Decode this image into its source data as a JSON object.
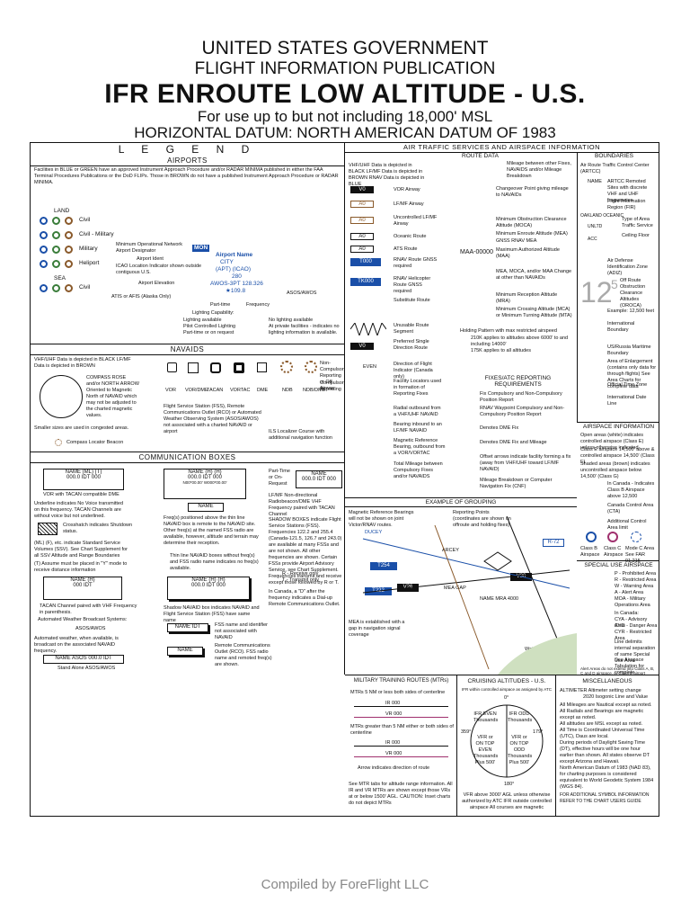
{
  "header": {
    "line1": "UNITED STATES GOVERNMENT",
    "line2": "FLIGHT INFORMATION PUBLICATION",
    "line3": "IFR ENROUTE LOW ALTITUDE - U.S.",
    "line4": "For use up to but not including 18,000' MSL",
    "line5": "HORIZONTAL DATUM: NORTH AMERICAN DATUM OF 1983"
  },
  "legend": {
    "title": "L E G E N D",
    "airports": {
      "title": "AIRPORTS",
      "intro": "Facilities in BLUE or GREEN have an approved Instrument Approach Procedure and/or RADAR MINIMA published in either the FAA Terminal Procedures Publications or the DoD FLIPs. Those in BROWN do not have a published Instrument Approach Procedure or RADAR MINIMA.",
      "land_label": "LAND",
      "sea_label": "SEA",
      "rows": [
        "Civil",
        "Civil - Military",
        "Military",
        "Heliport",
        "Civil"
      ],
      "airport_name": "Airport Name",
      "city": "CITY",
      "ident": "(APT) (ICAO)",
      "elev": "280",
      "awos": "AWOS-3PT 128.326",
      "unicom": "★109.8",
      "min_op_network": "Minimum Operational Network Airport Designator",
      "mon": "MON",
      "labels": {
        "airport_ident": "Airport Ident",
        "icao": "ICAO Location Indicator shown outside contiguous U.S.",
        "elevation": "Airport Elevation",
        "atis": "ATIS or AFIS (Alaska Only)",
        "parttime": "Part-time",
        "frequency": "Frequency",
        "awos_lbl": "ASOS/AWOS",
        "lighting_cap": "Lighting Capability:",
        "lighting": [
          "Lighting available",
          "Pilot Controlled Lighting",
          "Part-time or on request",
          "No lighting available",
          "At private facilities - indicates no lighting information is available."
        ]
      }
    },
    "navaids": {
      "title": "NAVAIDS",
      "intro": "VHF/UHF Data is depicted in BLACK LF/MF Data is depicted in BROWN",
      "compass": "COMPASS ROSE and/or NORTH ARROW Oriented to Magnetic North of NAVAID which may not be adjusted to the charted magnetic values.",
      "smaller": "Smaller sizes are used in congested areas.",
      "types": [
        "VOR",
        "VOR/DME",
        "TACAN",
        "VORTAC",
        "DME",
        "NDB",
        "NDB/DME"
      ],
      "noncompulsory": "Non-Compulsory Reporting or Off Airway",
      "compulsory": "Compulsory Reporting",
      "fss": "Flight Service Station (FSS), Remote Communications Outlet (RCO) or Automated Weather Observing System (ASOS/AWOS) not associated with a charted NAVAID or airport",
      "compass_locator": "Compass Locator Beacon",
      "ils": "ILS Localizer Course with additional navigation function"
    },
    "comm": {
      "title": "COMMUNICATION BOXES",
      "name_ml": "NAME (ML) (T)",
      "freq1": "000.0 IDT 000",
      "vor_tacan": "VOR with TACAN compatible DME",
      "name_h": "NAME (H) (H)",
      "freq2": "000.0 IDT 000",
      "n": "N00*00.00' W000*00.00'",
      "name_box": "NAME",
      "parttime_box": "Part-Time or On-Request",
      "lfmf": "LF/MF Non-directional Radiobeacon/DME VHF Frequency paired with TACAN Channel",
      "underline": "Underline indicates No Voice transmitted on this frequency. TACAN Channels are without voice but not underlined.",
      "crosshatch": "Crosshatch indicates Shutdown status.",
      "freq_shown": "Freq(s) positioned above the thin line NAVAID box is remote to the NAVAID site. Other freq(s) at the named FSS radio are available, however, altitude and terrain may determine their reception.",
      "thin_line": "Thin line NAVAID boxes without freq(s) and FSS radio name indicates no freq(s) available.",
      "shadow": "SHADOW BOXES indicate Flight Service Stations (FSS). Frequencies 122.2 and 255.4 (Canada-121.5, 126.7 and 243.0) are available at many FSSs and are not shown. All other frequencies are shown. Certain FSSs provide Airport Advisory Service, see Chart Supplement. Frequencies transmit and receive except those followed by R or T.",
      "r": "R - Receive only",
      "t": "T - Transmit only",
      "canada": "In Canada, a \"D\" after the frequency indicates a Dial-up Remote Communications Outlet.",
      "ml_text": "(ML) (F), etc. indicate Standard Service Volumes (SSV). See Chart Supplement for all SSV Altitude and Range Boundaries",
      "t_note": "(T) Assume must be placed in \"Y\" mode to receive distance information",
      "name_h2": "NAME (H)",
      "freq3": "000 IDT",
      "tacan_paired": "TACAN Channel paired with VHF Frequency in parenthesis.",
      "auto_weather": "Automated Weather Broadcast Systems:",
      "asos": "ASOS/AWOS",
      "auto_note": "Automated weather, when available, is broadcast on the associated NAVAID frequency.",
      "stand_alone": "Stand Alone ASOS/AWOS",
      "name_asos": "NAME ASOS 000.0 IDT",
      "shadow_nav": "Shadow NAVAID box indicates NAVAID and Flight Service Station (FSS) have same name",
      "fss_name": "FSS name and identifier not associated with NAVAID",
      "rco": "Remote Communications Outlet (RCO). FSS radio name and remoted freq(s) are shown.",
      "name_idt": "NAME IDT",
      "name_box2": "NAME"
    }
  },
  "atsai": {
    "title": "AIR TRAFFIC SERVICES AND AIRSPACE INFORMATION",
    "route_data": "ROUTE DATA",
    "boundaries": "BOUNDARIES",
    "route_intro": "VHF/UHF Data is depicted in BLACK LF/MF Data is depicted in BROWN RNAV Data is depicted in BLUE",
    "mileage": "Mileage between other Fixes, NAVAIDS and/or Mileage Breakdown",
    "routes": [
      "VOR Airway",
      "LF/MF Airway",
      "Uncontrolled LF/MF Airway",
      "Oceanic Route",
      "ATS Route",
      "RNAV Route GNSS required",
      "RNAV Helicopter Route GNSS required",
      "Substitute Route",
      "Unusable Route Segment",
      "Preferred Single Direction Route"
    ],
    "route_labels": [
      "V0",
      "A0",
      "A0",
      "A0",
      "A0",
      "T000",
      "TK000",
      "V0"
    ],
    "changeover": "Changeover Point giving mileage to NAVAIDs",
    "moca": "Minimum Obstruction Clearance Altitude (MOCA)",
    "mea": "Minimum Enroute Altitude (MEA)",
    "mea_gnss": "GNSS RNAV MEA",
    "maa": "MAA-00000",
    "maa_label": "Maximum Authorized Altitude (MAA)",
    "mea_moca": "MEA, MOCA, and/or MAA Change at other than NAVAIDs",
    "mra": "Minimum Reception Altitude (MRA)",
    "mca": "Minimum Crossing Altitude (MCA) or Minimum Turning Altitude (MTA)",
    "holding": "Holding Pattern with max restricted airspeed",
    "holding1": "210K applies to altitudes above 6000' to and including 14000'",
    "holding2": "175K applies to all altitudes",
    "direction": "Direction of Flight Indicator (Canada only)",
    "even": "EVEN",
    "facility": "Facility Locators used in formation of Reporting Fixes",
    "radial": "Radial outbound from a VHF/UHF NAVAID",
    "bearing": "Bearing inbound to an LF/MF NAVAID",
    "magnetic": "Magnetic Reference Bearing, outbound from a VOR/VORTAC",
    "total_mileage": "Total Mileage between Compulsory Fixes and/or NAVAIDS",
    "fixes_title": "FIXES/ATC REPORTING REQUIREMENTS",
    "fix_compulsory": "Fix Compulsory and Non-Compulsory Position Report",
    "rnav_waypoint": "RNAV Waypoint Compulsory and Non-Compulsory Position Report",
    "denotes_dme": "Denotes DME Fix",
    "denotes_dme2": "Denotes DME Fix and Mileage",
    "offset": "Offset arrows indicate facility forming a fix (away from VHF/UHF toward LF/MF NAVAID)",
    "mileage_computer": "Mileage Breakdown or Computer Navigation Fix (CNF)",
    "grouping_title": "EXAMPLE OF GROUPING",
    "grouping_note": "Magnetic Reference Bearings will not be shown on joint Victor/RNAV routes.",
    "reporting_points": "Reporting Points (coordinates are shown on offroute and holding fixes)",
    "mea_gap": "MEA is established with a gap in navigation signal coverage",
    "water": "Water Vignette",
    "ducey": "DUCEY",
    "arcey": "ARCEY",
    "name_mra": "NAME MRA 4000",
    "v30": "V30",
    "t222": "T222",
    "v26": "V26",
    "t254": "T254",
    "k72": "R-72",
    "mea_gap_label": "MEA GAP",
    "boundary_labels": {
      "artcc": "Air Route Traffic Control Center (ARTCC)",
      "artcc_remote": "ARTCC Remoted Sites with discrete VHF and UHF frequencies",
      "fir": "Flight Information Region (FIR)",
      "type_area": "Type of Area Traffic Service",
      "ceiling": "Ceiling Floor",
      "adiz": "Air Defense Identification Zone (ADIZ)",
      "oroca": "Off Route Obstruction Clearance Altitudes (OROCA)",
      "oroca_ex": "Example: 12,500 feet",
      "intl_boundary": "International Boundary",
      "us_russia": "US/Russia Maritime Boundary",
      "area_enlarge": "Area of Enlargement (contains only data for through flights) See Area Charts for complete data",
      "time_zone": "Official Time Zone",
      "date_line": "International Date Line",
      "name": "NAME",
      "oakland": "OAKLAND OCEANIC",
      "unicom": "UNLTD",
      "acc": "ACC",
      "oroca_big": "12",
      "oroca_small": "5"
    },
    "airspace_title": "AIRSPACE INFORMATION",
    "airspace_open": "Open areas (white) indicates controlled airspace (Class E) unless otherwise indicated",
    "airspace_14500": "Class E airspace 14,500' above & controlled airspace 14,500' (Class E)",
    "shaded": "Shaded areas (brown) indicates uncontrolled airspace below 14,500' (Class G)",
    "canada_b": "In Canada - Indicates Class B Airspace above 12,500",
    "control_area": "Canada Control Area (CTA)",
    "additional_control": "Additional Control Area limit",
    "class_b": "Class B Airspace",
    "class_c": "Class C Airspace",
    "mode_c": "Mode C Area See FAR 91.215",
    "sua_title": "SPECIAL USE AIRSPACE",
    "sua": [
      "P - Prohibited Area",
      "R - Restricted Area",
      "W - Warning Area",
      "A - Alert Area",
      "MOA - Military Operations Area",
      "In Canada:",
      "CYA - Advisory Area",
      "CYD - Danger Area",
      "CYR - Restricted Area",
      "Line delimits internal separation of same Special Use Area",
      "See Airspace Tabulation for complete information"
    ],
    "sua_note": "Alert Areas do not extend into Class A, B, C and D airspace, or Class E airport surface areas."
  },
  "mtr": {
    "title": "MILITARY TRAINING ROUTES (MTRs)",
    "line1": "MTRs 5 NM or less both sides of centerline",
    "ir": "IR 000",
    "vr": "VR 000",
    "line2": "MTRs greater than 5 NM either or both sides of centerline",
    "ir2": "IR 000",
    "vr2": "VR 000",
    "arrow": "Arrow indicates direction of route",
    "see": "See MTR tabs for altitude range information. All IR and VR MTRs are shown except those VRs at or below 1500' AGL. CAUTION: Inset charts do not depict MTRs"
  },
  "cruising": {
    "title": "CRUISING ALTITUDES - U.S.",
    "subtitle": "IFR within controlled airspace as assigned by ATC",
    "ifr_even": "IFR EVEN Thousands",
    "vfr_even": "VFR or ON TOP EVEN Thousands Plus 500'",
    "ifr_odd": "IFR ODD Thousands",
    "vfr_odd": "VFR or ON TOP ODD Thousands Plus 500'",
    "deg0": "0°",
    "deg179": "179°",
    "deg180": "180°",
    "deg359": "359°",
    "note": "VFR above 3000' AGL unless otherwise authorized by ATC IFR outside controlled airspace All courses are magnetic"
  },
  "misc": {
    "title": "MISCELLANEOUS",
    "altimeter": "ALTIMETER Altimeter setting change",
    "isogonic": "2020 Isogonic Line and Value",
    "items": [
      "All Mileages are Nautical except as noted.",
      "All Radials and Bearings are magnetic except as noted.",
      "All altitudes are MSL except as noted.",
      "All Time is Coordinated Universal Time (UTC), Daus are local.",
      "During periods of Daylight Saving Time (DT), effective hours will be one hour earlier than shown. All states observe DT except Arizona and Hawaii.",
      "North American Datum of 1983 (NAD 83), for charting purposes is considered equivalent to World Geodetic System 1984 (WGS 84)."
    ],
    "additional": "FOR ADDITIONAL SYMBOL INFORMATION REFER TO THE CHART USERS GUIDE"
  },
  "footer": "Compiled by ForeFlight LLC",
  "colors": {
    "blue": "#1a4fa8",
    "brown": "#8a5a2b",
    "green": "#3a7d3a",
    "magenta": "#a0306e",
    "border": "#111111"
  }
}
